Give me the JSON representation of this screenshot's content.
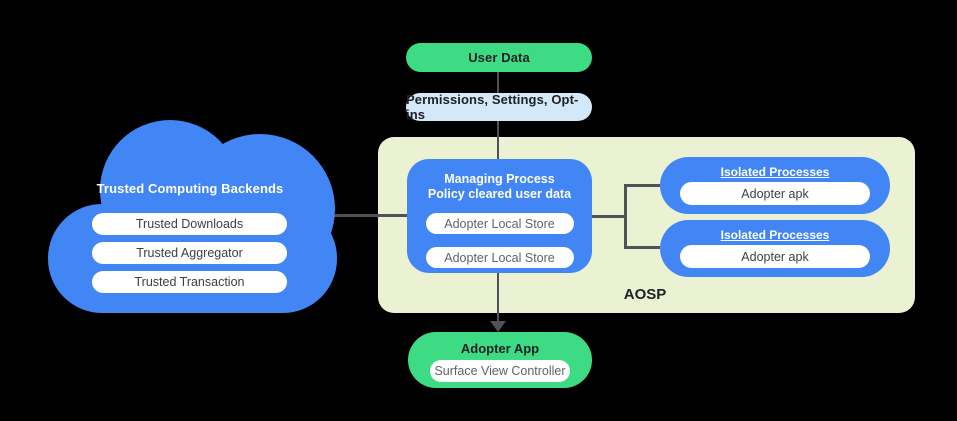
{
  "colors": {
    "blue": "#4285f4",
    "green": "#3ddb84",
    "light_blue": "#d3e8f8",
    "aosp_background": "#ebf2d3",
    "connector": "#4f5356",
    "dark_text": "#202124",
    "muted_text": "#5f6368",
    "white": "#ffffff"
  },
  "user_data": {
    "label": "User Data"
  },
  "permissions": {
    "label": "Permissions,  Settings, Opt-ins"
  },
  "cloud": {
    "title": "Trusted Computing Backends",
    "items": [
      "Trusted Downloads",
      "Trusted Aggregator",
      "Trusted Transaction"
    ]
  },
  "aosp": {
    "label": "AOSP"
  },
  "managing_process": {
    "title_line1": "Managing Process",
    "title_line2": "Policy cleared user data",
    "stores": [
      "Adopter Local Store",
      "Adopter Local Store"
    ]
  },
  "isolated_processes": [
    {
      "title": "Isolated Processes",
      "item": "Adopter apk"
    },
    {
      "title": "Isolated Processes",
      "item": "Adopter apk"
    }
  ],
  "adopter_app": {
    "title": "Adopter App",
    "item": "Surface View Controller"
  }
}
